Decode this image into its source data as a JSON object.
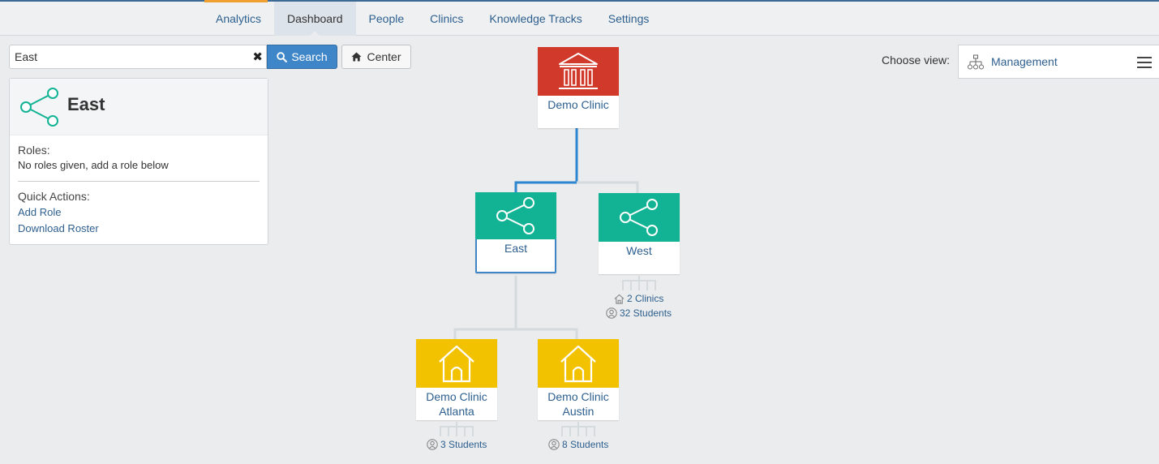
{
  "nav": {
    "items": [
      "Analytics",
      "Dashboard",
      "People",
      "Clinics",
      "Knowledge Tracks",
      "Settings"
    ],
    "active": "Dashboard"
  },
  "search": {
    "value": "East",
    "button_label": "Search",
    "center_label": "Center"
  },
  "detail": {
    "title": "East",
    "roles_label": "Roles:",
    "roles_text": "No roles given, add a role below",
    "quick_actions_label": "Quick Actions:",
    "actions": [
      "Add Role",
      "Download Roster"
    ]
  },
  "view": {
    "label": "Choose view:",
    "selected": "Management"
  },
  "tree": {
    "root": {
      "label": "Demo Clinic",
      "color": "#d13a2a",
      "icon": "building-icon"
    },
    "regions": [
      {
        "label": "East",
        "color": "#12b394",
        "icon": "share-icon",
        "selected": true
      },
      {
        "label": "West",
        "color": "#12b394",
        "icon": "share-icon",
        "clinics": "2 Clinics",
        "students": "32 Students"
      }
    ],
    "clinics": [
      {
        "label_line1": "Demo Clinic",
        "label_line2": "Atlanta",
        "color": "#f2c200",
        "icon": "house-icon",
        "students": "3 Students"
      },
      {
        "label_line1": "Demo Clinic",
        "label_line2": "Austin",
        "color": "#f2c200",
        "icon": "house-icon",
        "students": "8 Students"
      }
    ]
  },
  "colors": {
    "link": "#2d5f8f",
    "primary_button": "#3f86c8",
    "teal": "#12b394",
    "red": "#d13a2a",
    "yellow": "#f2c200"
  }
}
